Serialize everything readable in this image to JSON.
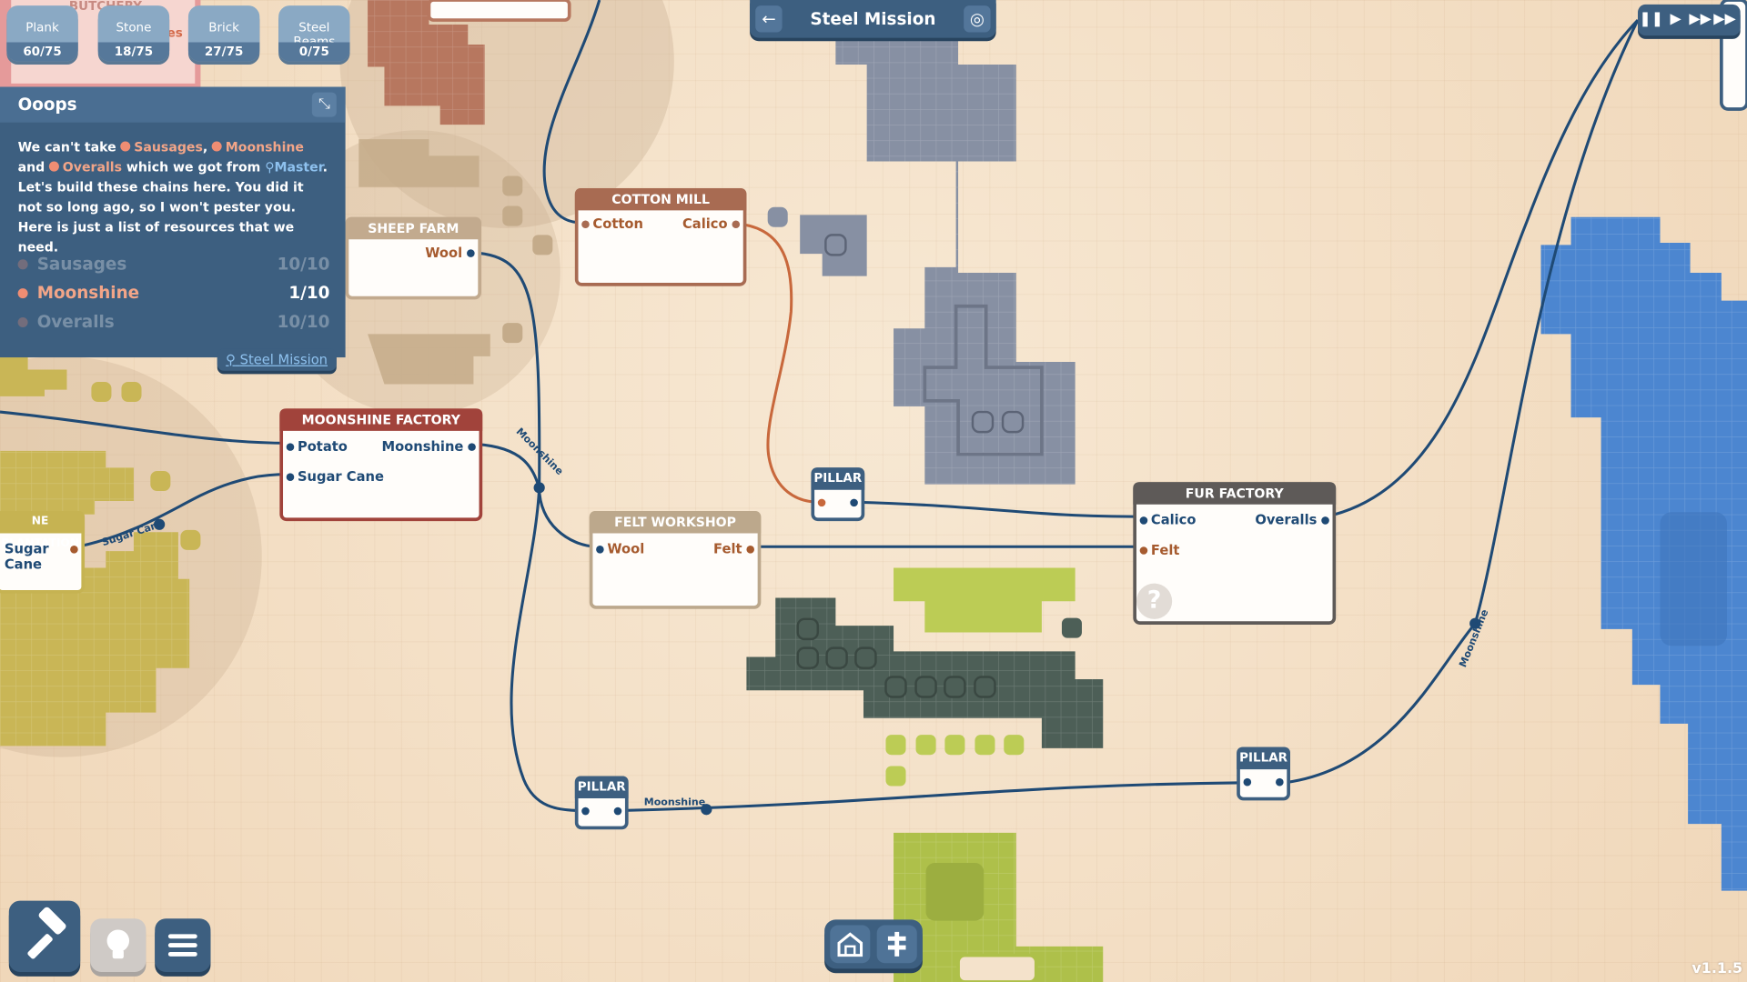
{
  "resources": [
    {
      "name": "Plank",
      "count": "60/75"
    },
    {
      "name": "Stone",
      "count": "18/75"
    },
    {
      "name": "Brick",
      "count": "27/75"
    },
    {
      "name": "Steel Beams",
      "count": "0/75"
    }
  ],
  "background_labels": {
    "butchery": "BUTCHERY",
    "partial": "es"
  },
  "quest": {
    "title": "Ooops",
    "text": {
      "p1": "We can't take ",
      "r1": "Sausages",
      "p2": ", ",
      "r2": "Moonshine",
      "p3": " and ",
      "r3": "Overalls",
      "p4": " which we got from ",
      "src": "Master",
      "p5": ". Let's build these chains here. You did it not so long ago, so I won't pester you. Here is just a list of resources that we need."
    },
    "requirements": [
      {
        "name": "Sausages",
        "value": "10/10",
        "done": true
      },
      {
        "name": "Moonshine",
        "value": "1/10",
        "done": false
      },
      {
        "name": "Overalls",
        "value": "10/10",
        "done": true
      }
    ],
    "link": "Steel Mission"
  },
  "mission": {
    "title": "Steel Mission"
  },
  "buildings": {
    "cotton_mill": {
      "title": "COTTON MILL",
      "in": "Cotton",
      "out": "Calico"
    },
    "sheep_farm": {
      "title": "SHEEP FARM",
      "out": "Wool"
    },
    "moonshine_factory": {
      "title": "MOONSHINE FACTORY",
      "in1": "Potato",
      "in2": "Sugar Cane",
      "out": "Moonshine"
    },
    "felt_workshop": {
      "title": "FELT WORKSHOP",
      "in": "Wool",
      "out": "Felt"
    },
    "fur_factory": {
      "title": "FUR FACTORY",
      "in1": "Calico",
      "in2": "Felt",
      "out": "Overalls"
    },
    "plantation": {
      "title": "NE PLANTATION",
      "out": "Sugar Cane"
    },
    "pillar": "PILLAR"
  },
  "route_labels": {
    "sugar_cane": "Sugar Cane",
    "moonshine": "Moonshine"
  },
  "version": "v1.1.5",
  "colors": {
    "panel": "#3d5f80",
    "chip": "#8aa9c4",
    "road": "#1f4a75",
    "calico_route": "#c8683c",
    "moonshine_dot": "#ef8d73"
  }
}
